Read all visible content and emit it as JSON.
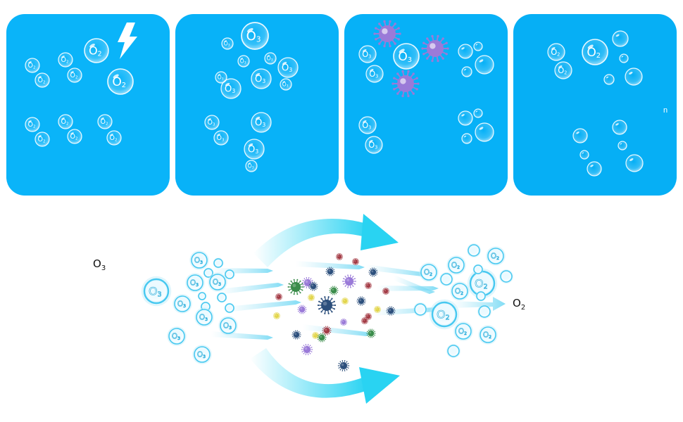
{
  "panels": [
    {
      "id": "oxygen-to-ozone",
      "symbols": [
        "O2"
      ]
    },
    {
      "id": "ozone-formed",
      "symbols": [
        "O3"
      ]
    },
    {
      "id": "ozone-meets-germs",
      "symbols": [
        "O3"
      ]
    },
    {
      "id": "oxygen-restored",
      "symbols": [
        "O2"
      ],
      "stray_text": "n"
    }
  ],
  "flow": {
    "left_label": {
      "base": "O",
      "sub": "3"
    },
    "right_label": {
      "base": "O",
      "sub": "2"
    }
  },
  "colors": {
    "panel_blue": "#0ab4f9",
    "bubble_blue": "#46c8f0",
    "arrow_cyan": "#29d3f2",
    "virus_purple": "#9a7ad8",
    "virus_navy": "#2c4f7c",
    "virus_green": "#3a8c4a",
    "virus_red": "#a33a44",
    "spark_yellow": "#e2d54a"
  }
}
